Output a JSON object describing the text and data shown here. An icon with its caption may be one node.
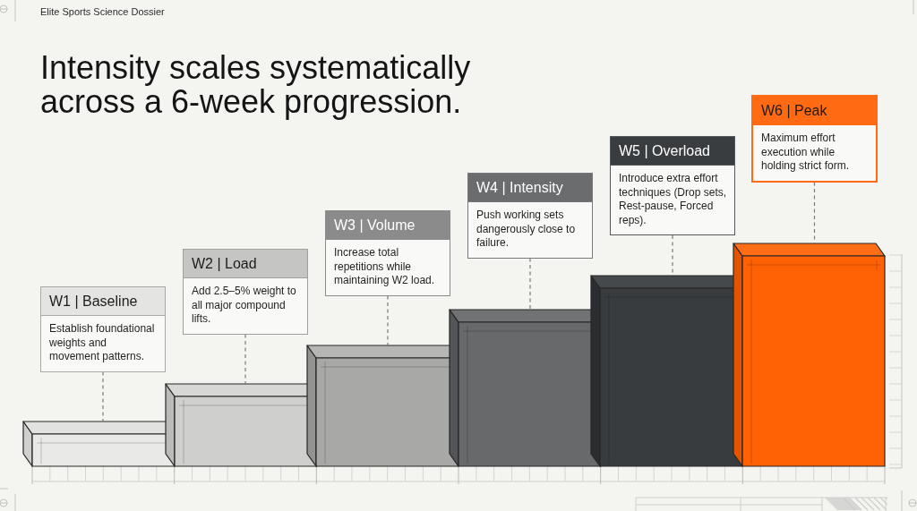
{
  "diagram": {
    "title": "Intensity scales systematically across a 6-week progression.",
    "nodes": [
      {
        "text": [
          "W1 | Baseline",
          "Establish foundational weights and movement patterns."
        ]
      },
      {
        "text": [
          "W2 | Load",
          "Add 2.5–5% weight to all major compound lifts."
        ]
      },
      {
        "text": [
          "W3 | Volume",
          "Increase total repetitions while maintaining W2 load."
        ]
      },
      {
        "text": [
          "W4 | Intensity",
          "Push working sets dangerously close to failure."
        ]
      },
      {
        "text": [
          "W5 | Overload",
          "Introduce extra effort techniques (Drop sets, Rest-pause, Forced reps)."
        ]
      },
      {
        "text": [
          "W6 | Peak",
          "Maximum effort execution while holding strict form."
        ]
      },
      {
        "text": [],
        "shape": "box"
      },
      {
        "text": [],
        "shape": "box"
      },
      {
        "text": [],
        "shape": "box"
      },
      {
        "text": [],
        "shape": "box"
      },
      {
        "text": [],
        "shape": "box"
      },
      {
        "text": [],
        "shape": "box"
      }
    ],
    "edges": [
      {
        "from": 0,
        "to": 6,
        "arrow": "none",
        "style": "dashed"
      },
      {
        "from": 1,
        "to": 7,
        "arrow": "none",
        "style": "dashed"
      },
      {
        "from": 2,
        "to": 8,
        "arrow": "none",
        "style": "dashed"
      },
      {
        "from": 3,
        "to": 9,
        "arrow": "none",
        "style": "dashed"
      },
      {
        "from": 4,
        "to": 10,
        "arrow": "none",
        "style": "dashed"
      },
      {
        "from": 5,
        "to": 11,
        "arrow": "none",
        "style": "dashed"
      }
    ],
    "labels": [
      "Elite Sports Science Dossier"
    ]
  }
}
